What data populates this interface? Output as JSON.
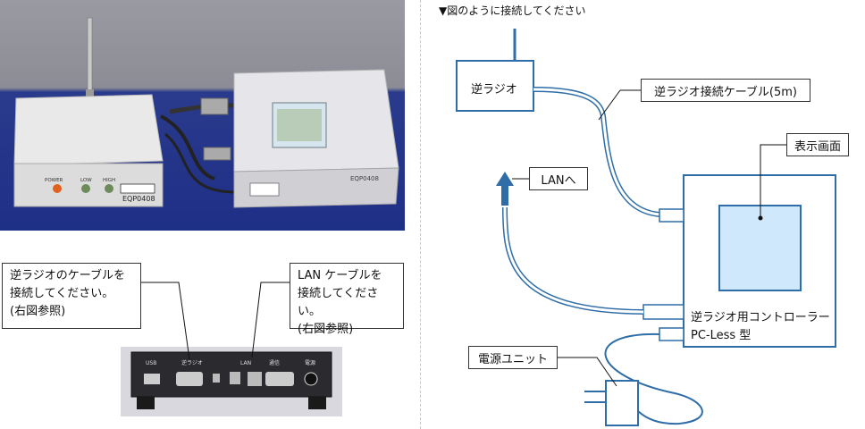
{
  "header": "▼図のように接続してください",
  "left": {
    "callout_radio": [
      "逆ラジオのケーブルを",
      "接続してください。",
      "(右図参照)"
    ],
    "callout_lan": [
      "LAN ケーブルを",
      "接続してください。",
      "(右図参照)"
    ],
    "photo_labels": {
      "power": "POWER",
      "low": "LOW",
      "high": "HIGH",
      "model_small": "EQP0408",
      "model_large": "EQP0408",
      "usb": "USB",
      "radio_port": "逆ラジオ",
      "lan_port": "LAN",
      "comm_port": "通信",
      "power_port": "電源"
    }
  },
  "diagram": {
    "radio": "逆ラジオ",
    "radio_cable": "逆ラジオ接続ケーブル(5m)",
    "lan": "LANへ",
    "display": "表示画面",
    "controller_line1": "逆ラジオ用コントローラー",
    "controller_line2": "PC-Less 型",
    "power_unit": "電源ユニット"
  }
}
